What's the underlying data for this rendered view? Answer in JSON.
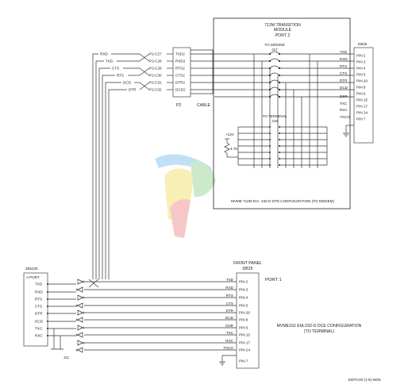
{
  "transition_module": {
    "title_lines": [
      "712M TRANSITION",
      "MODULE",
      "PORT 2"
    ],
    "to_modem": "TO MODEM",
    "j17": "J17",
    "to_terminal": "TO TERMINAL",
    "j16": "J16",
    "plus12v": "+12V",
    "resistor": "4.7K",
    "footer": "MVME 712M EIA- 232-D DTE CONFIGURATION (TO MODEM)"
  },
  "p2": {
    "label": "P2",
    "cable_label": "CABLE",
    "pins": [
      "P2-C27",
      "P2-C28",
      "P2-C29",
      "P2-C30",
      "P2-C31",
      "P2-C32"
    ],
    "signals": [
      "TXD2",
      "RXD2",
      "RTS2",
      "CTS2",
      "DTR2",
      "DCD2"
    ]
  },
  "upper_lines": [
    "RXD",
    "TXD",
    "CTS",
    "RTS",
    "DCD",
    "DTR"
  ],
  "db25_top": {
    "label": "DB25",
    "signals": [
      "TXD",
      "RXD",
      "RTS",
      "CTS",
      "DTR",
      "DCD",
      "DSR",
      "TXC",
      "RXC",
      "TXCO"
    ],
    "pins": [
      "PIN 2",
      "PIN 3",
      "PIN 4",
      "PIN 5",
      "PIN 20",
      "PIN 8",
      "PIN 6",
      "PIN 15",
      "PIN 17",
      "PIN 24",
      "PIN 7"
    ]
  },
  "z85230": {
    "label": "Z85230",
    "port": "A PORT",
    "signals": [
      "TXD",
      "RXD",
      "RTS",
      "CTS",
      "DTR",
      "DCD",
      "TXC",
      "RXC"
    ],
    "jumper": "J11"
  },
  "front_panel": {
    "title_lines": [
      "FRONT PANEL",
      "DB25"
    ],
    "port_label": "PORT 1",
    "signals": [
      "TXD",
      "RXD",
      "RTS",
      "CTS",
      "DTR",
      "DCD",
      "DSR",
      "TXC",
      "RXC",
      "TXCO"
    ],
    "pins": [
      "PIN 2",
      "PIN 3",
      "PIN 4",
      "PIN 5",
      "PIN 20",
      "PIN 8",
      "PIN 6",
      "PIN 15",
      "PIN 17",
      "PIN 24",
      "PIN 7"
    ]
  },
  "caption": [
    "MVME162 EIA-232-D DCE CONFIGURATION",
    "(TO TERMINAL)"
  ],
  "figure_id": "10970.00 (1-6) 9405"
}
